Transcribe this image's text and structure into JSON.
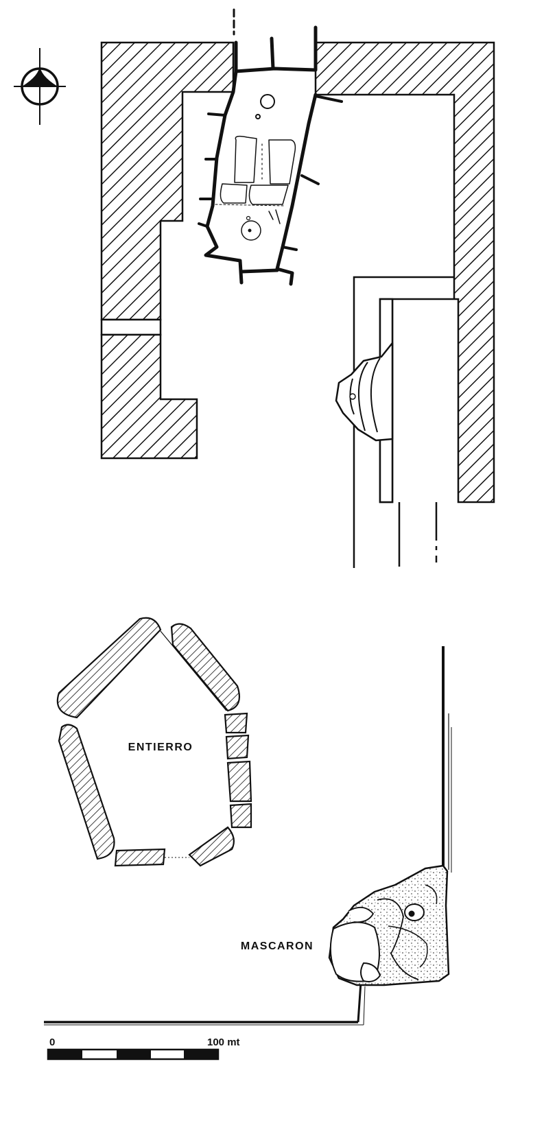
{
  "labels": {
    "burial": "ENTIERRO",
    "mask": "MASCARON"
  },
  "scale_bar": {
    "start": "0",
    "end": "100 mt",
    "segments": 5
  },
  "icons": {
    "north_arrow": "north-arrow-icon"
  },
  "colors": {
    "ink": "#111111",
    "paper": "#ffffff"
  }
}
